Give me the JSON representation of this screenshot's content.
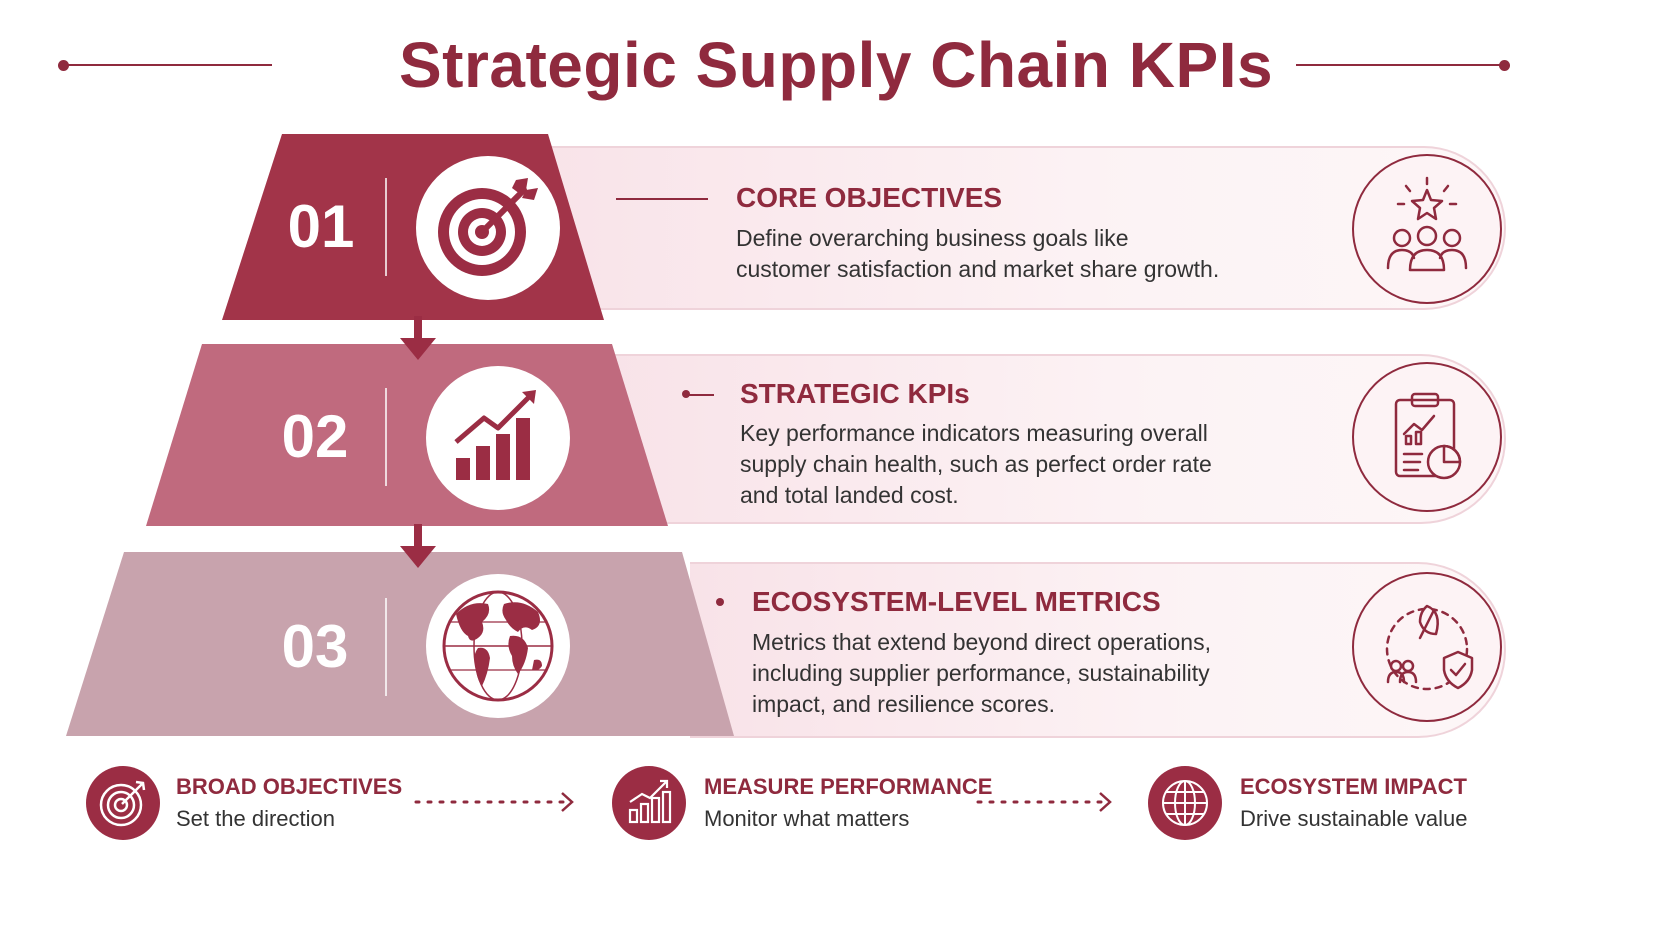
{
  "title": "Strategic Supply Chain KPIs",
  "colors": {
    "primary": "#8f2a3e",
    "tier1": "#a23449",
    "tier2": "#c06a7e",
    "tier3": "#c8a3ad",
    "card_bg": "#fbeef1"
  },
  "tiers": [
    {
      "number": "01",
      "icon": "target-icon",
      "title": "CORE OBJECTIVES",
      "description": [
        "Define overarching business goals like",
        "customer satisfaction and market share growth."
      ],
      "side_icon": "team-star-icon"
    },
    {
      "number": "02",
      "icon": "bar-chart-growth-icon",
      "title": "STRATEGIC KPIs",
      "description": [
        "Key performance indicators measuring overall",
        "supply chain health, such as perfect order rate",
        "and total landed cost."
      ],
      "side_icon": "clipboard-chart-icon"
    },
    {
      "number": "03",
      "icon": "globe-icon",
      "title": "ECOSYSTEM-LEVEL METRICS",
      "description": [
        "Metrics that extend beyond direct operations,",
        "including supplier performance, sustainability",
        "impact, and resilience scores."
      ],
      "side_icon": "leaf-shield-cycle-icon"
    }
  ],
  "footer": [
    {
      "title": "BROAD OBJECTIVES",
      "subtitle": "Set the direction",
      "icon": "target-icon"
    },
    {
      "title": "MEASURE PERFORMANCE",
      "subtitle": "Monitor what matters",
      "icon": "bar-chart-growth-icon"
    },
    {
      "title": "ECOSYSTEM IMPACT",
      "subtitle": "Drive sustainable value",
      "icon": "globe-icon"
    }
  ]
}
